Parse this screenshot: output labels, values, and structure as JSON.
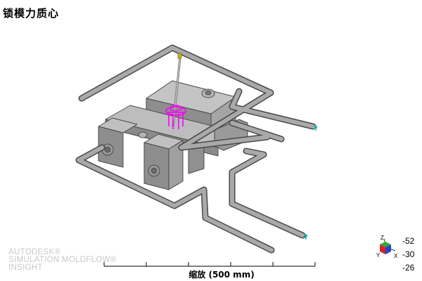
{
  "title": "锁模力质心",
  "watermark": {
    "line1": "AUTODESK®",
    "line2": "SIMULATION MOLDFLOW®",
    "line3": "INSIGHT"
  },
  "scale": {
    "label": "缩放 (500 mm)"
  },
  "axes": {
    "z_label": "Z",
    "x_label": "X",
    "y_label": "Y",
    "rotation": [
      "-52",
      "-30",
      "-26"
    ]
  },
  "colors": {
    "pipe": "#a9a9a9",
    "pipe_outline": "#4a4a4a",
    "block_top": "#c4c4c4",
    "block_side": "#8e8e8e",
    "centroid": "#ff00ff",
    "rod": "#9a9a9a",
    "rod_tip": "#c8b400",
    "coolant_inlet": "#20b2b2"
  }
}
